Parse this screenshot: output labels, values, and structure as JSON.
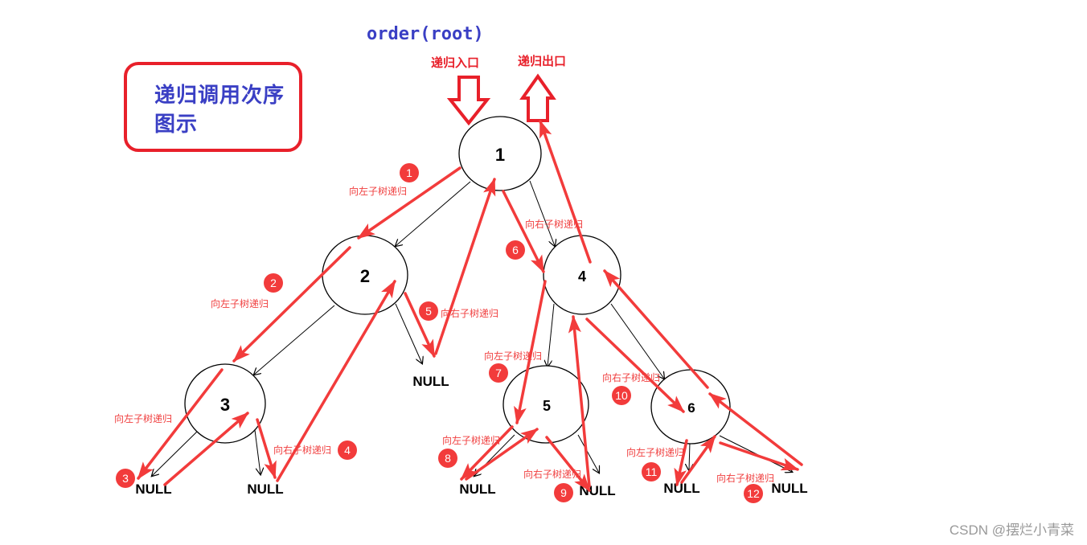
{
  "title": {
    "line1": "递归调用次序",
    "line2": "图示"
  },
  "call": "order(root)",
  "entry_label": "递归入口",
  "exit_label": "递归出口",
  "watermark": "CSDN @摆烂小青菜",
  "colors": {
    "accent_red": "#e8202a",
    "arrow_red": "#f23b3b",
    "title_blue": "#3a3fc4",
    "edge_black": "#000000"
  },
  "nodes": [
    {
      "id": "n1",
      "label": "1"
    },
    {
      "id": "n2",
      "label": "2"
    },
    {
      "id": "n3",
      "label": "3"
    },
    {
      "id": "n4",
      "label": "4"
    },
    {
      "id": "n5",
      "label": "5"
    },
    {
      "id": "n6",
      "label": "6"
    }
  ],
  "null_label": "NULL",
  "steps": [
    {
      "num": "1",
      "text": "向左子树递归"
    },
    {
      "num": "2",
      "text": "向左子树递归"
    },
    {
      "num": "3",
      "text": "向左子树递归"
    },
    {
      "num": "4",
      "text": "向右子树递归"
    },
    {
      "num": "5",
      "text": "向右子树递归"
    },
    {
      "num": "6",
      "text": "向右子树递归"
    },
    {
      "num": "7",
      "text": "向左子树递归"
    },
    {
      "num": "8",
      "text": "向左子树递归"
    },
    {
      "num": "9",
      "text": "向右子树递归"
    },
    {
      "num": "10",
      "text": "向右子树递归"
    },
    {
      "num": "11",
      "text": "向左子树递归"
    },
    {
      "num": "12",
      "text": "向右子树递归"
    }
  ]
}
